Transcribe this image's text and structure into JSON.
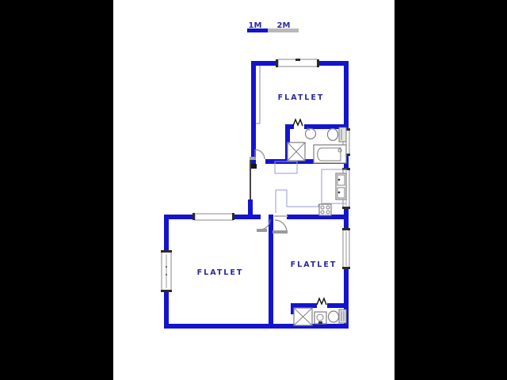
{
  "scale_bar": {
    "labels": [
      "1M",
      "2M"
    ]
  },
  "rooms": {
    "top_flatlet": {
      "label": "FLATLET"
    },
    "bottom_left_flatlet": {
      "label": "FLATLET"
    },
    "bottom_right_flatlet": {
      "label": "FLATLET"
    }
  },
  "symbols": {
    "top_bathroom": [
      "shower",
      "wash-basin",
      "toilet",
      "bathtub",
      "bifold-door"
    ],
    "kitchen": [
      "double-sink",
      "stove",
      "counter"
    ],
    "bottom_bathroom": [
      "shower",
      "wash-basin",
      "toilet",
      "bifold-door"
    ],
    "windows": 7,
    "swing_doors": 3
  },
  "colors": {
    "wall": "#1414cf",
    "label_text": "#2a2aa0",
    "counter_line": "#9a9ad8",
    "fixture_outline": "#808080",
    "letterbox": "#000000",
    "scale_gray": "#b8b8b8",
    "background": "#ffffff"
  }
}
